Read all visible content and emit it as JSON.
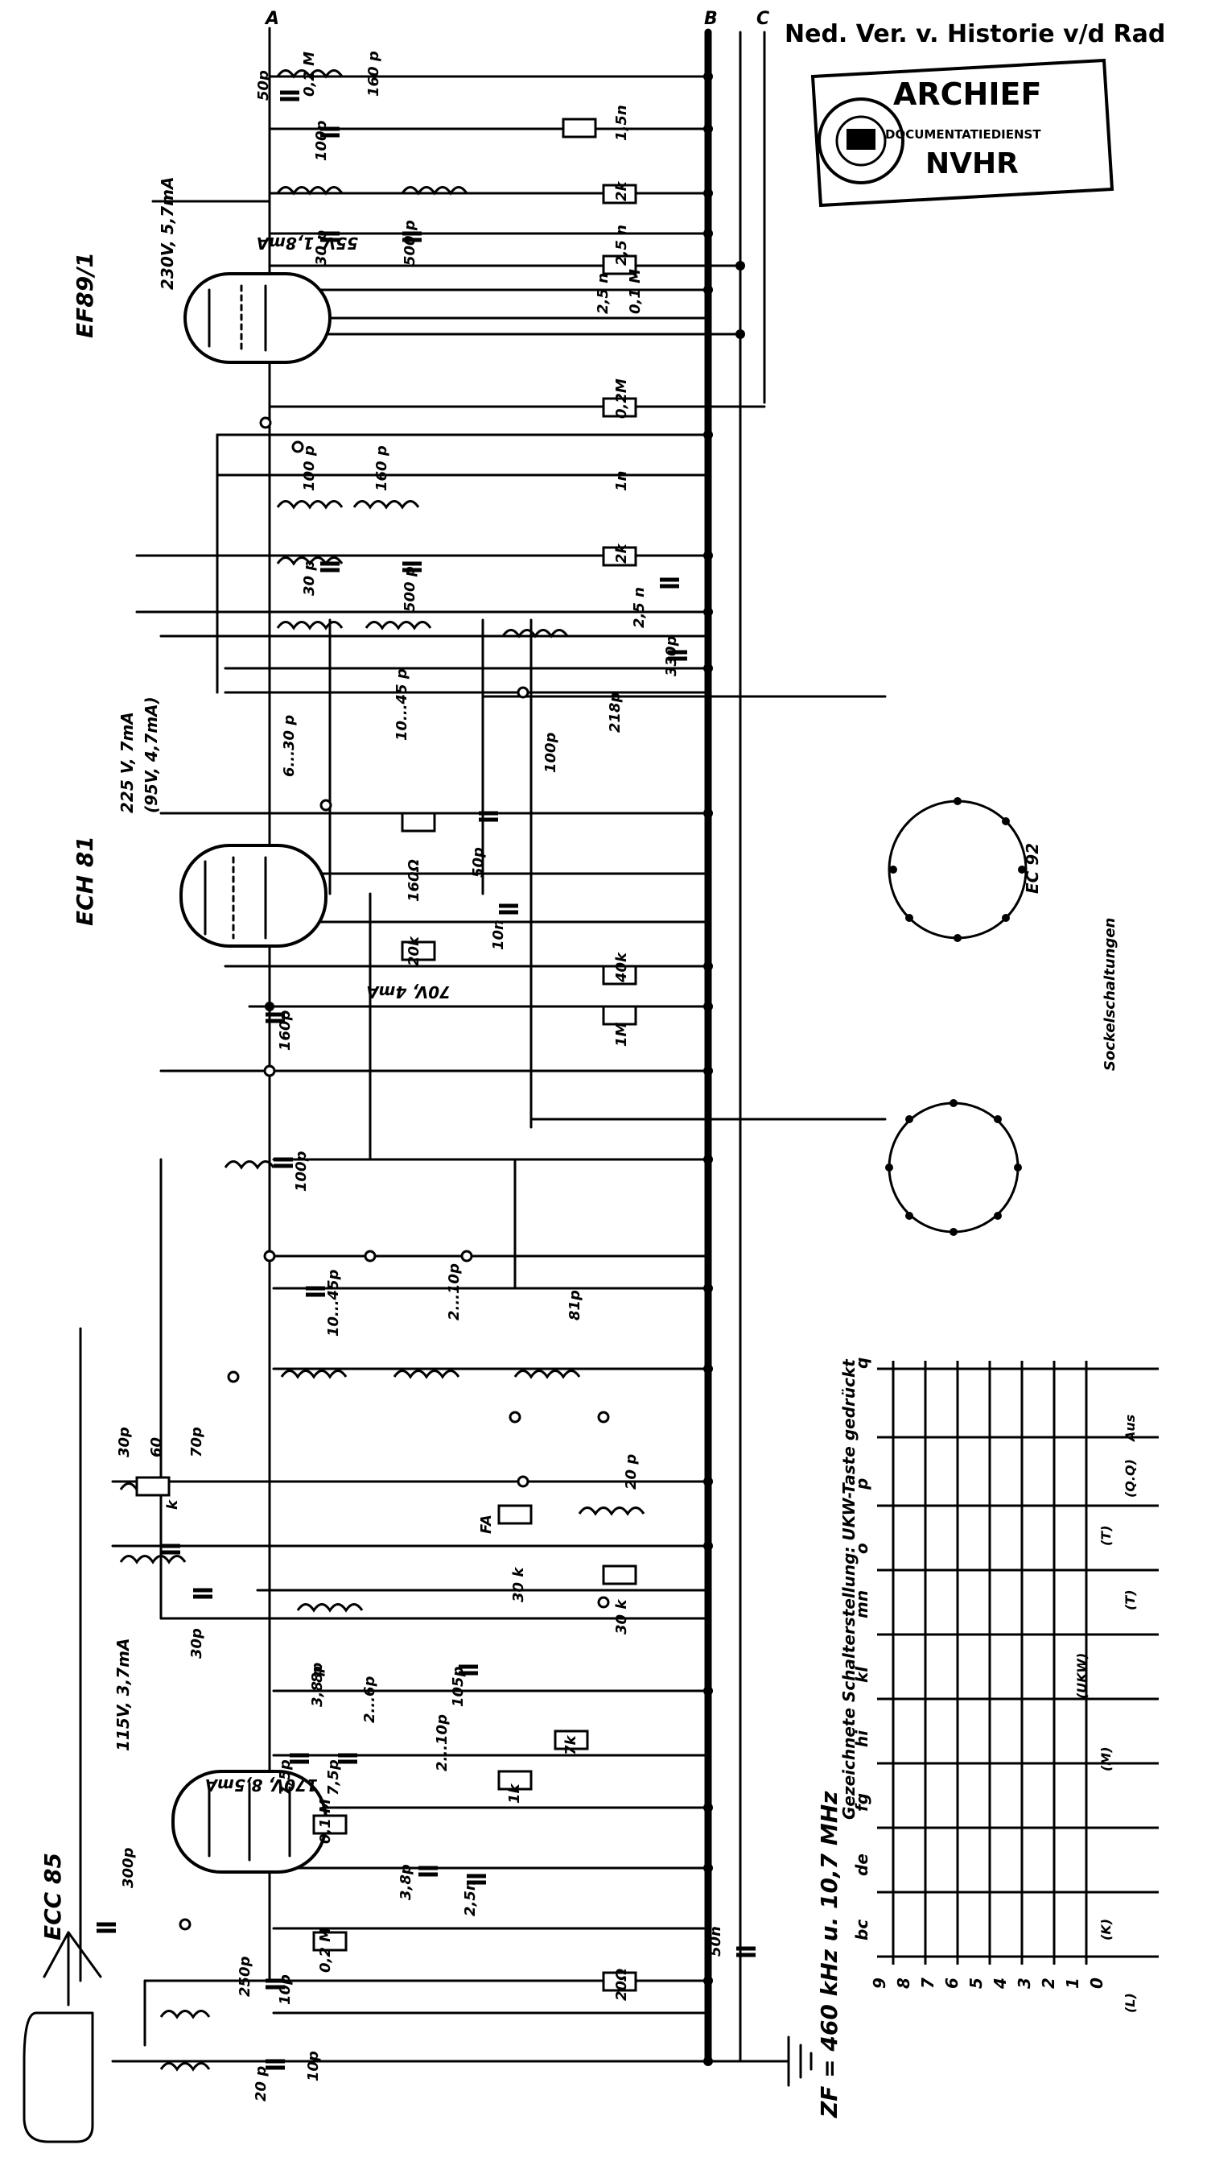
{
  "header": {
    "title": "Ned. Ver. v. Historie v/d Rad",
    "stamp_line1": "ARCHIEF",
    "stamp_line2": "DOCUMENTATIEDIENST",
    "stamp_line3": "NVHR"
  },
  "tubes": {
    "t1": "EF89/1",
    "t2": "ECH 81",
    "t3": "ECC 85",
    "t4": "EC 92"
  },
  "rails": {
    "a": "A",
    "b": "B",
    "c": "C"
  },
  "socket_caption": "Sockelschaltungen",
  "switch_caption": "Gezeichnete Schalterstellung: UKW-Taste gedrückt",
  "zf_caption": "ZF = 460 kHz u. 10,7 MHz",
  "components": {
    "c50p": "50p",
    "r02M": "0,2 M",
    "c160p": "160 p",
    "c100p": "100p",
    "c15n": "1,5n",
    "c30p_a": "30 p",
    "c500p_a": "500 p",
    "r2k_a": "2k",
    "c25n_a": "2,5 n",
    "c01M": "0,1 M",
    "c25n_b": "2,5 n",
    "v230": "230V, 5,7mA",
    "v55": "55V, 1,8mA",
    "r02M_b": "0,2M",
    "c100p_b": "100 p",
    "c160p_b": "160 p",
    "c1n": "1n",
    "c30p_b": "30 p",
    "c500p_b": "500 p",
    "r2k_b": "2k",
    "c25n_c": "2,5 n",
    "c330p": "330p",
    "c218p": "218p",
    "c100p_c": "100p",
    "c6_30p": "6...30 p",
    "c10_45p": "10...45 p",
    "v225": "225 V, 7mA",
    "v95": "(95V, 4,7mA)",
    "r160": "160Ω",
    "c50p_b": "50p",
    "r20k": "20k",
    "c10n": "10n",
    "r40k": "40k",
    "r1M": "1M",
    "v70": "70V, 4mA",
    "c160p_c": "160p",
    "c100p_d": "100p",
    "c10_45p_b": "10...45p",
    "c2_10p": "2...10p",
    "c81p": "81p",
    "c30p_c": "30p",
    "c60p": "60",
    "c70p": "70p",
    "rk": "k",
    "fa": "FA",
    "c20p": "20 p",
    "r30k_a": "30 k",
    "r30k_b": "30 k",
    "c30p_d": "30p",
    "c8p": "8p",
    "c3p": "3,8 p",
    "c2_6p": "2...6p",
    "c105p": "105p",
    "c75p_a": "7,5p",
    "c75p_b": "7,5p",
    "c2_10p_b": "2...10p",
    "r1k": "1k",
    "r7k": "7k",
    "v115": "115V, 3,7mA",
    "v170": "170V, 8,5mA",
    "r01M": "0,1 M",
    "c3p_b": "3,8p",
    "c25n_d": "2,5n",
    "c300p": "300p",
    "c250p": "250p",
    "c10p_a": "10p",
    "r02M_c": "0,2 M",
    "r20": "20Ω",
    "c50n": "50n",
    "c20p_b": "20 p",
    "c10p_b": "10p"
  },
  "switch_columns": [
    "bc",
    "de",
    "fg",
    "hi",
    "kl",
    "mn",
    "o",
    "p",
    "q"
  ],
  "switch_rows": [
    "9",
    "8",
    "7",
    "6",
    "5",
    "4",
    "3",
    "2",
    "1",
    "0"
  ],
  "key_boxes": [
    "Aus",
    "(L)",
    "(K)",
    "(M)",
    "(UKW)",
    "(T)",
    "(T)",
    "(Q.Q)"
  ]
}
